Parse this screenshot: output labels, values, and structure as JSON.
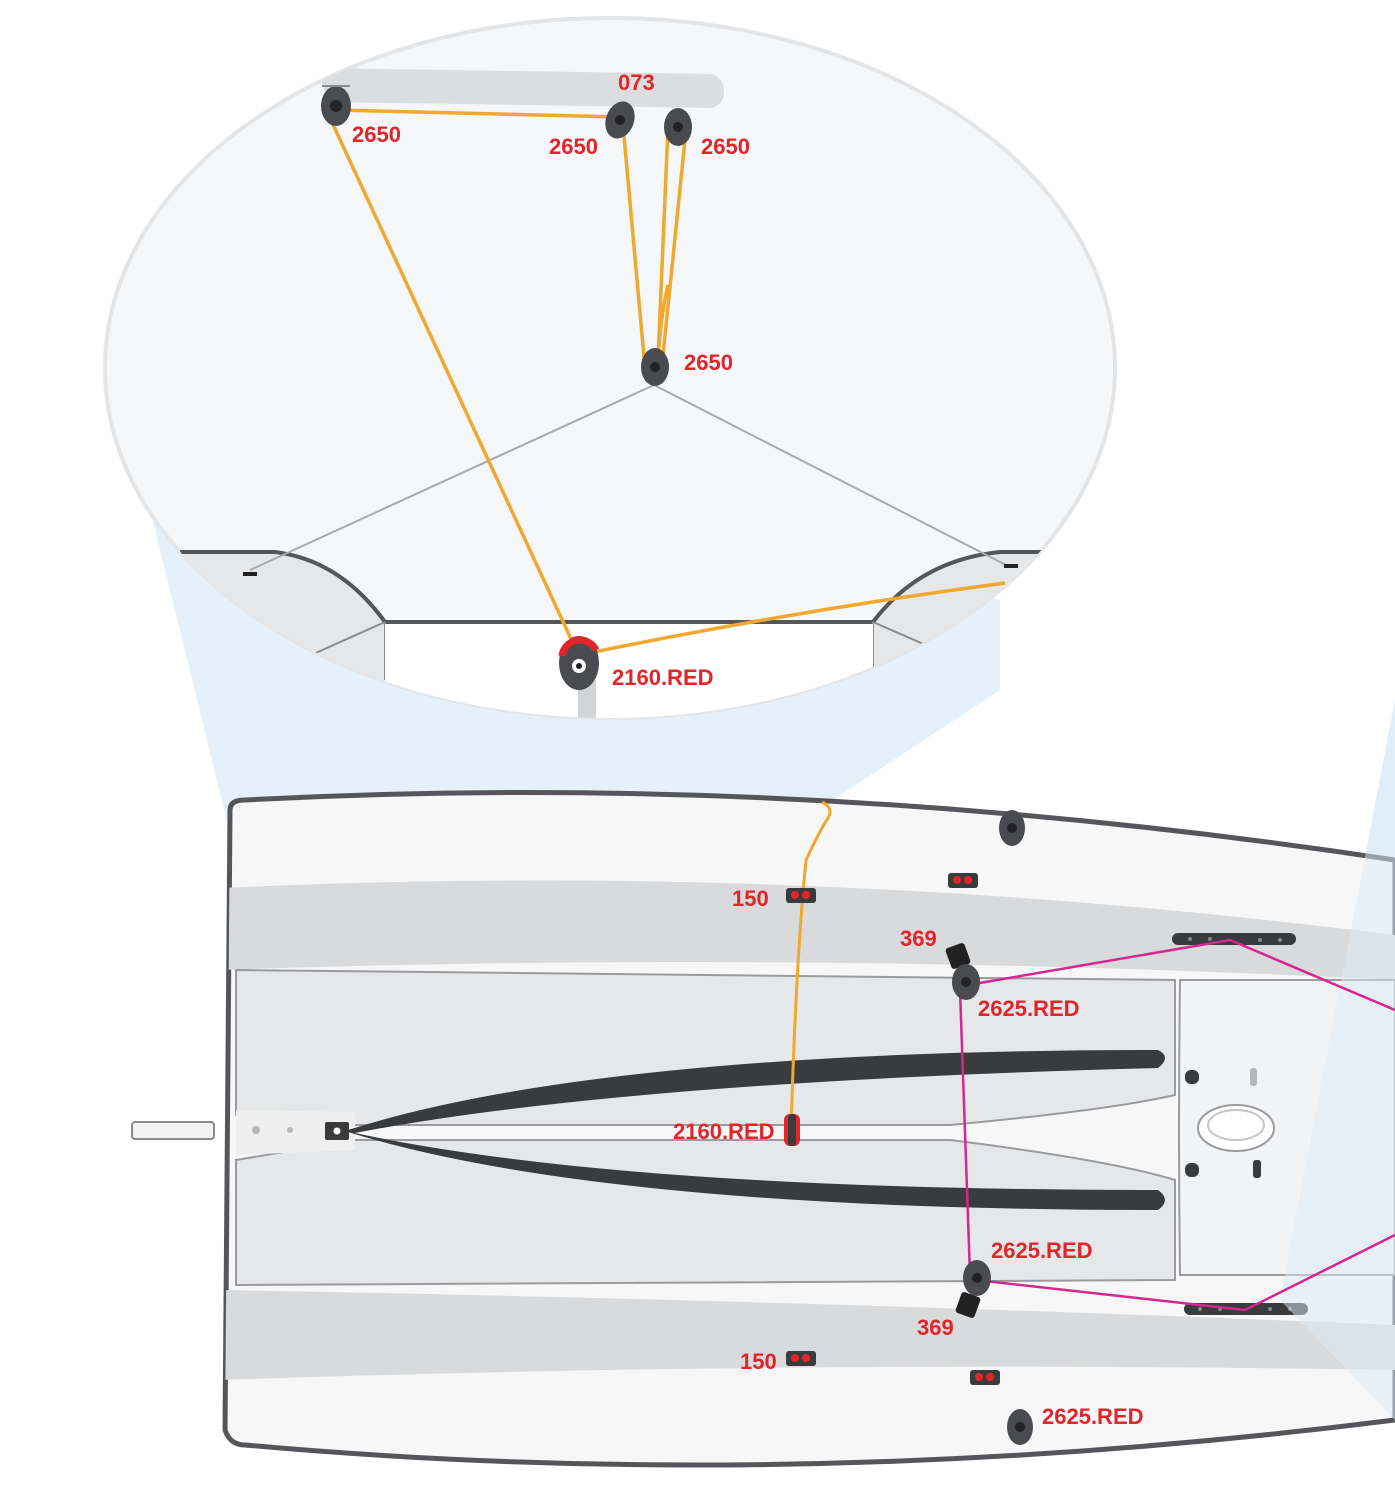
{
  "colors": {
    "label": "#e3242b",
    "mainsheet_line": "#f0a830",
    "cunningham_line": "#d6268f",
    "hull_outline": "#55565a",
    "deck_grey": "#d9dadb",
    "cockpit_grey": "#e6e7e8",
    "toestrap": "#3a3b3d",
    "zoom_cone": "#dbecf8"
  },
  "detail_view": {
    "labels": {
      "boom_end": "073",
      "block_boom_aft": "2650",
      "block_boom_mid_left": "2650",
      "block_boom_mid_right": "2650",
      "block_bridle": "2650",
      "ratchet_block": "2160.RED"
    }
  },
  "deck_view": {
    "labels": {
      "fairlead_top": "150",
      "fairlead_bottom": "150",
      "cleat_top": "369",
      "cleat_bottom": "369",
      "block_top": "2625.RED",
      "block_bottom": "2625.RED",
      "block_side": "2625.RED",
      "ratchet_floor": "2160.RED"
    }
  },
  "icons": [
    "block-icon",
    "ratchet-block-icon",
    "fairlead-icon",
    "cam-cleat-icon",
    "deck-track-icon",
    "bailer-icon"
  ]
}
